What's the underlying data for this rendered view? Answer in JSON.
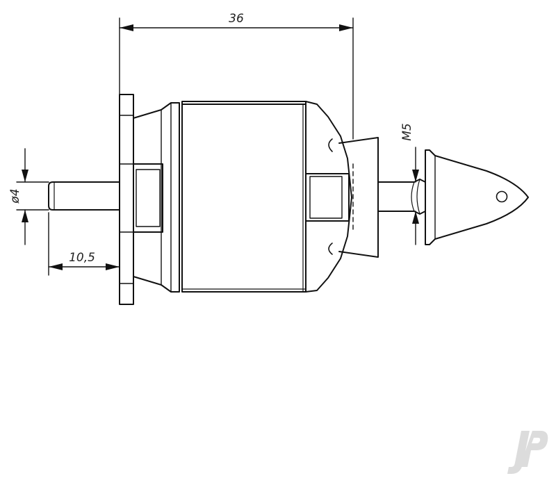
{
  "dimensions": {
    "overall_length": "36",
    "shaft_diameter": "ø4",
    "shaft_length": "10,5",
    "thread_size": "M5"
  },
  "watermark": {
    "text": "JP"
  },
  "colors": {
    "line": "#111111",
    "watermark": "#dcdcdc",
    "background": "#ffffff"
  }
}
